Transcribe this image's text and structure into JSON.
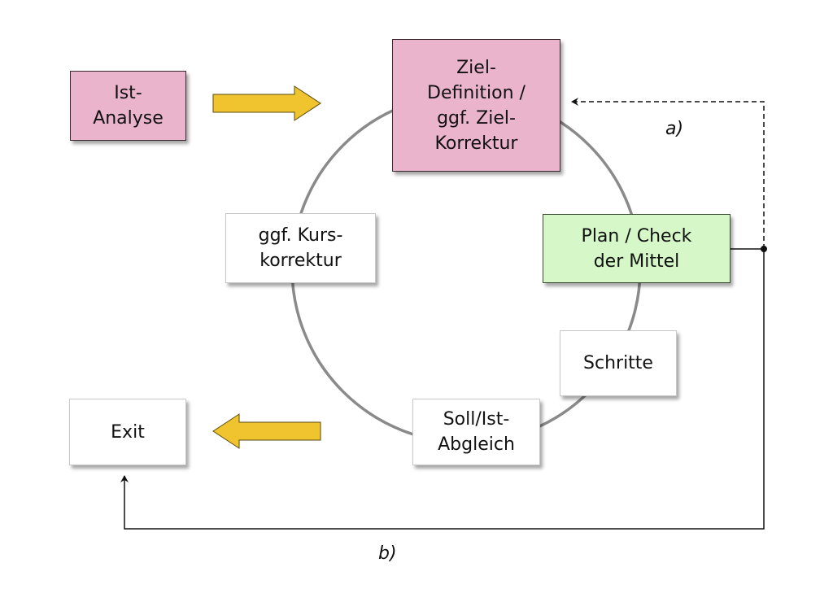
{
  "diagram": {
    "title": "",
    "colors": {
      "pink": "#ebb4cd",
      "green": "#d6f8c8",
      "white": "#ffffff",
      "arrow_fill": "#f0c42e",
      "arrow_stroke": "#5a4a10",
      "cycle_stroke": "#8a8a8a",
      "connector": "#111111"
    },
    "nodes": {
      "ist_analyse": {
        "text": "Ist-\nAnalyse",
        "style": "pink"
      },
      "ziel_definition": {
        "text": "Ziel-\nDefinition /\nggf. Ziel-\nKorrektur",
        "style": "pink"
      },
      "plan_check": {
        "text": "Plan / Check\nder Mittel",
        "style": "green"
      },
      "schritte": {
        "text": "Schritte",
        "style": "white"
      },
      "soll_ist": {
        "text": "Soll/Ist-\nAbgleich",
        "style": "white"
      },
      "kurskorrektur": {
        "text": "ggf. Kurs-\nkorrektur",
        "style": "white"
      },
      "exit": {
        "text": "Exit",
        "style": "white"
      }
    },
    "cycle_order": [
      "ziel_definition",
      "plan_check",
      "schritte",
      "soll_ist",
      "kurskorrektur"
    ],
    "edges": [
      {
        "from": "ist_analyse",
        "to": "ziel_definition",
        "type": "block-arrow"
      },
      {
        "from": "soll_ist",
        "to": "exit",
        "type": "block-arrow"
      },
      {
        "from": "plan_check",
        "to": "ziel_definition",
        "type": "dashed",
        "label": "a)"
      },
      {
        "from": "plan_check",
        "to": "exit",
        "type": "solid",
        "label": "b)"
      }
    ],
    "labels": {
      "a": "a)",
      "b": "b)"
    }
  }
}
